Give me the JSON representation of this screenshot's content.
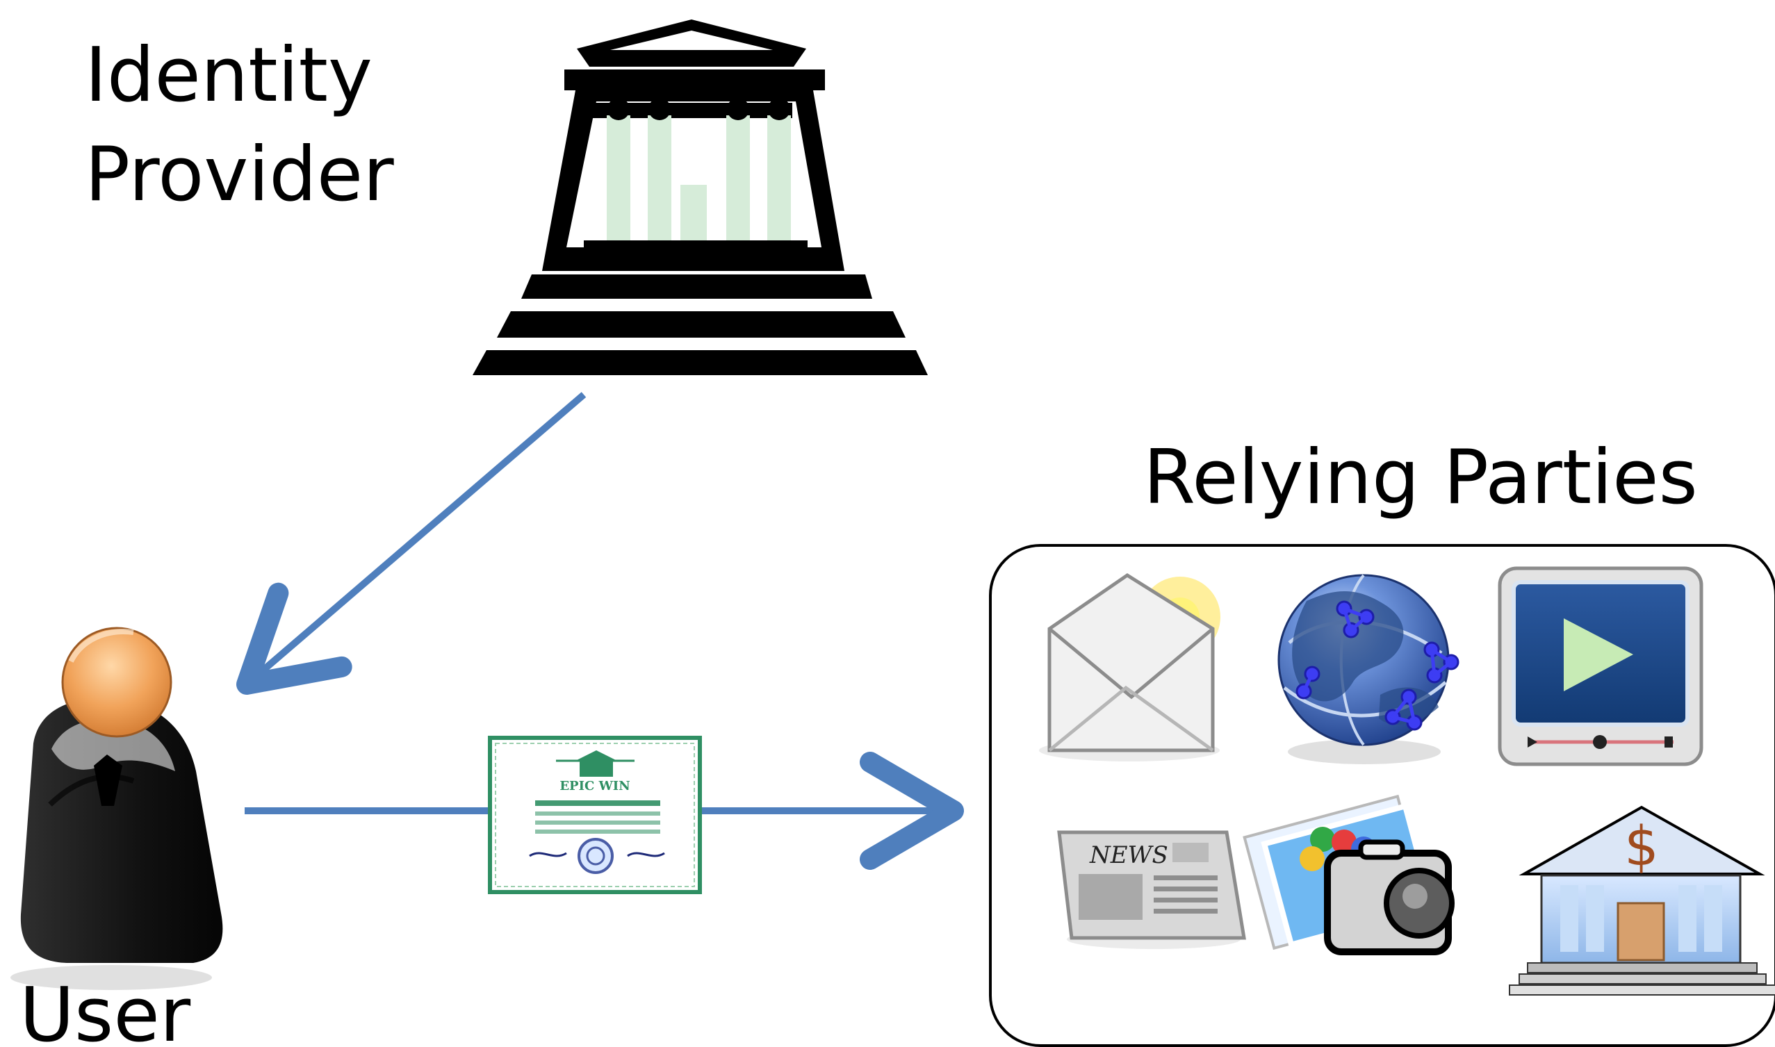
{
  "labels": {
    "identity_provider_line1": "Identity",
    "identity_provider_line2": "Provider",
    "relying_parties": "Relying Parties",
    "user": "User"
  },
  "certificate": {
    "title": "EPIC WIN"
  },
  "relying_party_icons": {
    "newspaper_text": "NEWS",
    "bank_symbol": "$"
  },
  "icons": [
    "courthouse-icon",
    "user-icon",
    "certificate-icon",
    "mail-icon",
    "globe-network-icon",
    "video-player-icon",
    "newspaper-icon",
    "photo-camera-icon",
    "bank-icon"
  ],
  "colors": {
    "arrow": "#4f7fbd",
    "courthouse_black": "#000000",
    "courthouse_green": "#d6ecd9",
    "certificate_green": "#2f8f63",
    "background": "#ffffff"
  }
}
